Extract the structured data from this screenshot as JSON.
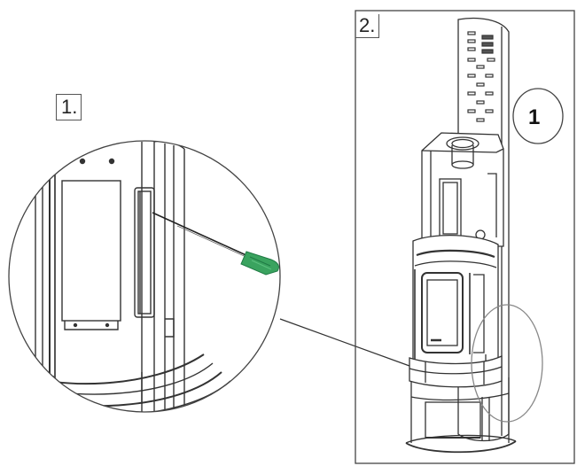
{
  "steps": {
    "step1": {
      "label": "1."
    },
    "step2": {
      "label": "2."
    }
  },
  "callout": {
    "part_number": "1"
  },
  "colors": {
    "line": "#333333",
    "screwdriver_handle": "#3aa35f",
    "screwdriver_dark": "#1f7a44",
    "background": "#ffffff"
  },
  "icons": [
    "screwdriver-icon"
  ]
}
